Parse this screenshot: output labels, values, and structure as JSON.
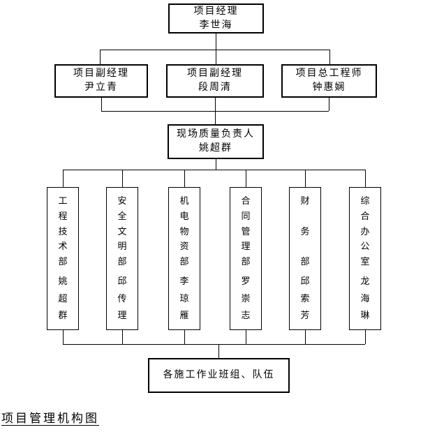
{
  "org_chart": {
    "top": {
      "title": "项目经理",
      "name": "李世海"
    },
    "row2": [
      {
        "title": "项目副经理",
        "name": "尹立青"
      },
      {
        "title": "项目副经理",
        "name": "段周清"
      },
      {
        "title": "项目总工程师",
        "name": "钟惠娴"
      }
    ],
    "mid": {
      "title": "现场质量负责人",
      "name": "姚超群"
    },
    "departments": [
      {
        "dept": "工程技术部",
        "name": "姚超群"
      },
      {
        "dept": "安全文明部",
        "name": "邱传理"
      },
      {
        "dept": "机电物资部",
        "name": "李琼雁"
      },
      {
        "dept": "合同管理部",
        "name": "罗崇志"
      },
      {
        "dept": "财务部",
        "name": "邱索芳"
      },
      {
        "dept": "综合办公室",
        "name": "龙海琳"
      }
    ],
    "bottom": {
      "label": "各施工作业班组、队伍"
    },
    "caption": "项目管理机构图",
    "colors": {
      "line": "#000000",
      "background": "#ffffff",
      "text": "#000000"
    }
  }
}
